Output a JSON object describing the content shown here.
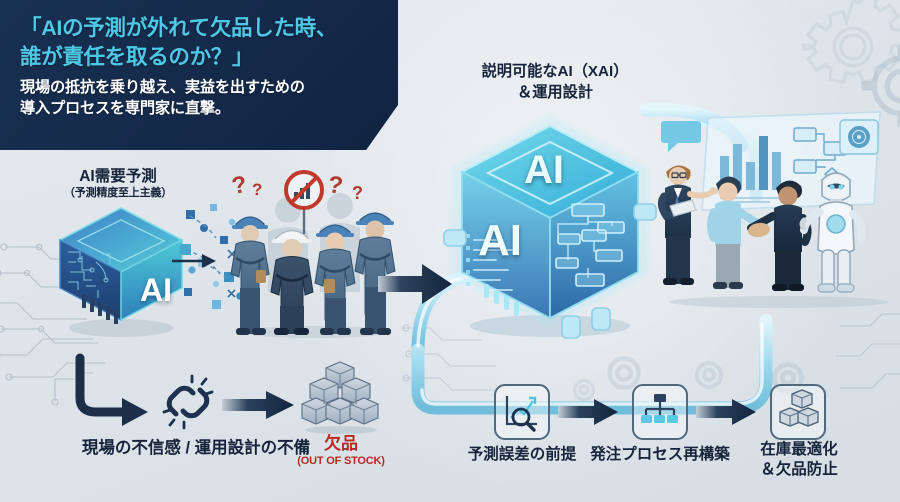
{
  "banner": {
    "headline_line1": "「AIの予測が外れて欠品した時、",
    "headline_line2": "誰が責任を取るのか？」",
    "sub_line1": "現場の抵抗を乗り越え、実益を出すための",
    "sub_line2": "導入プロセスを専門家に直撃。"
  },
  "left": {
    "cube_title": "AI需要予測",
    "cube_subtitle": "（予測精度至上主義）",
    "cube_face_label": "AI",
    "distrust_caption": "現場の不信感 / 運用設計の不備",
    "stockout_caption": "欠品",
    "stockout_sub": "(OUT OF STOCK)",
    "icons": {
      "broken_link": "broken-link-icon",
      "no_chart_sign": "prohibition-chart-sign-icon",
      "question_marks": "question-mark-icon",
      "boxes": "stacked-boxes-icon",
      "circuit": "circuit-trace-icon"
    }
  },
  "right": {
    "xai_title_line1": "説明可能なAI（XAI）",
    "xai_title_line2": "＆運用設計",
    "cube_top_label": "AI",
    "cube_front_label": "AI",
    "steps": [
      {
        "label": "予測誤差の前提",
        "icon": "chart-magnifier-icon"
      },
      {
        "label": "発注プロセス再構築",
        "icon": "hierarchy-flow-icon"
      },
      {
        "label_line1": "在庫最適化",
        "label_line2": "＆欠品防止",
        "icon": "boxes-icon"
      }
    ],
    "scene_icons": {
      "presenter": "presenter-person-icon",
      "handshake": "handshake-icon",
      "robot": "humanoid-robot-icon",
      "dashboard": "analytics-dashboard-icon",
      "speech_bubble": "speech-bubble-icon",
      "gears": "gear-icon"
    }
  },
  "colors": {
    "background": "#dde4e9",
    "banner_navy": "#14294a",
    "headline_cyan": "#4ec8e4",
    "caption_navy": "#16233a",
    "alert_red": "#b82a22",
    "cube_teal": "#3fc6d4",
    "cube_blue": "#2a6ebd",
    "pipe_cyan": "#9fdcef",
    "icon_frame": "#51697f"
  }
}
